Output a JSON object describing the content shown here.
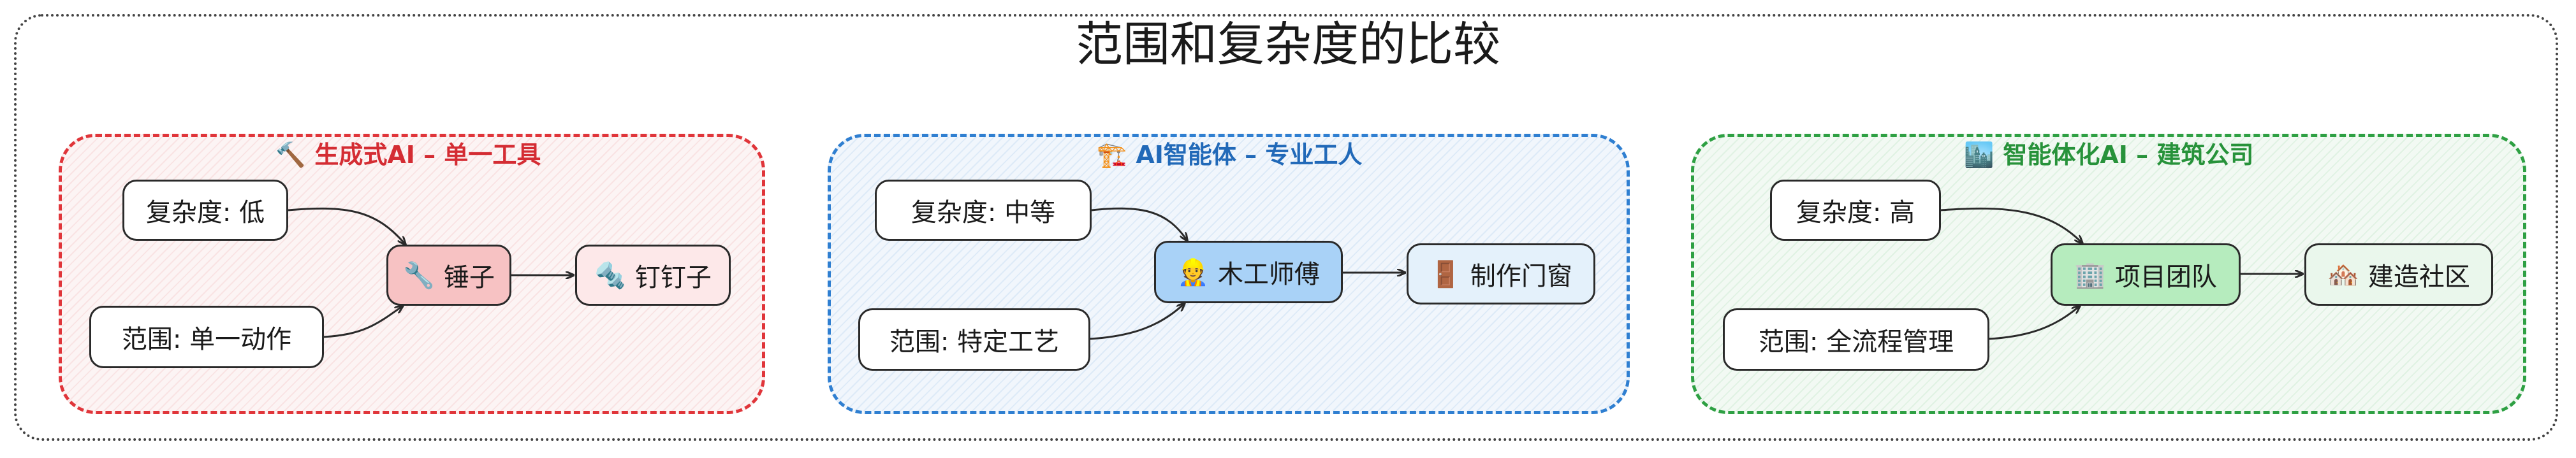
{
  "title": "范围和复杂度的比较",
  "groups": [
    {
      "label_icon": "🔨",
      "label": "生成式AI – 单一工具",
      "complexity": "复杂度: 低",
      "scope": "范围: 单一动作",
      "hub_icon": "🔧",
      "hub": "锤子",
      "result_icon": "🔩",
      "result": "钉钉子"
    },
    {
      "label_icon": "🏗️",
      "label": "AI智能体 – 专业工人",
      "complexity": "复杂度: 中等",
      "scope": "范围: 特定工艺",
      "hub_icon": "👷",
      "hub": "木工师傅",
      "result_icon": "🚪",
      "result": "制作门窗"
    },
    {
      "label_icon": "🏙️",
      "label": "智能体化AI – 建筑公司",
      "complexity": "复杂度: 高",
      "scope": "范围: 全流程管理",
      "hub_icon": "🏢",
      "hub": "项目团队",
      "result_icon": "🏘️",
      "result": "建造社区"
    }
  ],
  "colors": {
    "red": "#e0353a",
    "blue": "#2f7fd1",
    "green": "#2ea043",
    "arrow": "#2a2a2a"
  }
}
